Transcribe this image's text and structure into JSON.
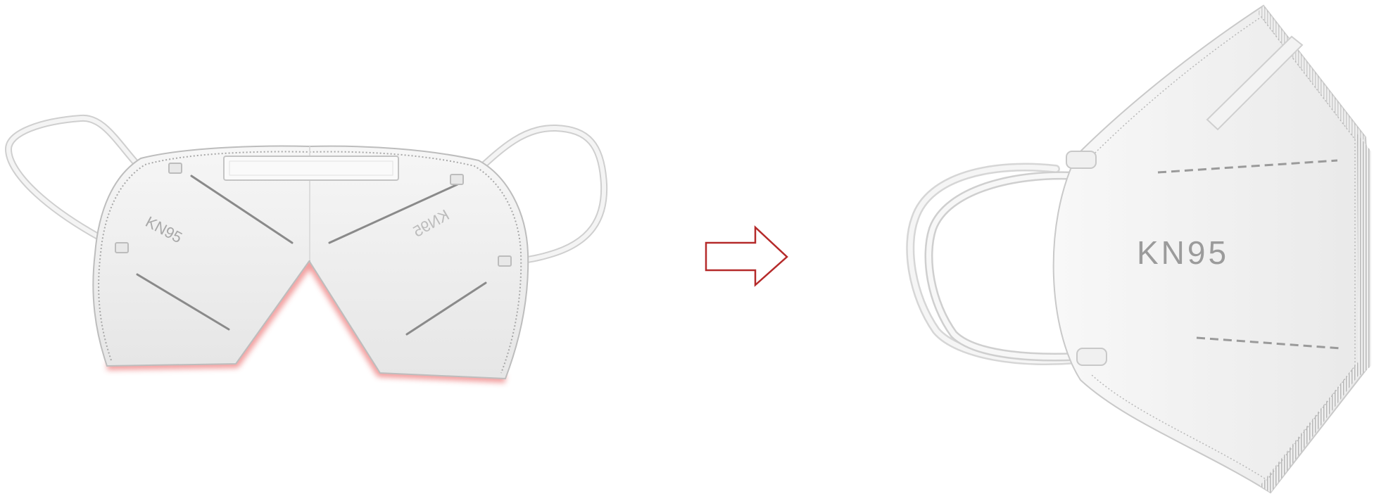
{
  "figure": {
    "left_mask": {
      "print_left": "KN95",
      "print_right": "KN95",
      "highlight_color": "#ef8c8c"
    },
    "arrow": {
      "stroke_color": "#b52a2a",
      "fill_color": "#ffffff"
    },
    "right_mask": {
      "print": "KN95"
    },
    "colors": {
      "background": "#ffffff",
      "mask_fabric": "#f2f2f2",
      "mask_shadow": "#d4d4d4",
      "ear_loop": "#ececec",
      "seam": "#9a9a9a",
      "fold_line": "#8a8a8a",
      "print_text": "#9b9b9b"
    }
  }
}
